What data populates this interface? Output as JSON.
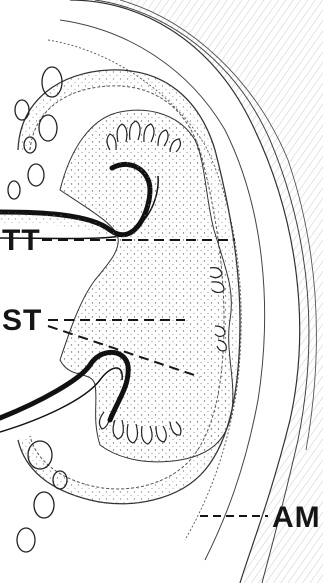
{
  "labels": {
    "tt": "TT",
    "st": "ST",
    "am": "AM"
  },
  "colors": {
    "ink": "#151515",
    "paper": "#ffffff",
    "stipple": "#6a6a6a"
  }
}
